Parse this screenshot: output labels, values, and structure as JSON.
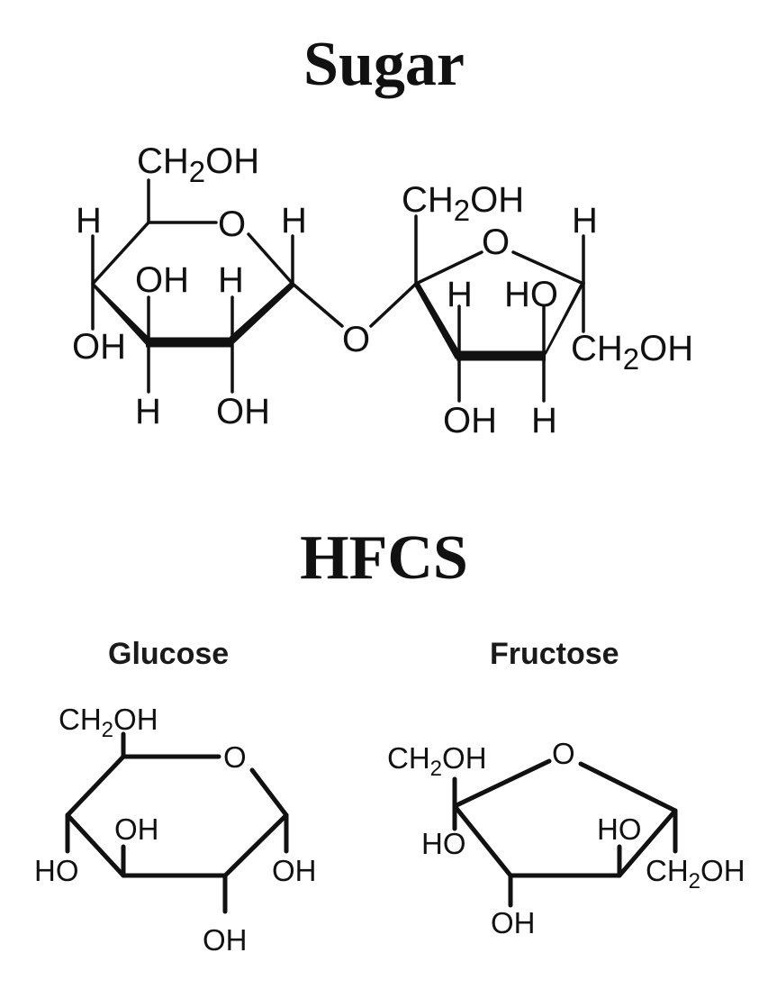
{
  "titles": {
    "sugar": "Sugar",
    "hfcs": "HFCS",
    "glucose": "Glucose",
    "fructose": "Fructose"
  },
  "sucrose_labels": {
    "ch2oh_top": "CH",
    "ch2oh_top_sub": "2",
    "ch2oh_top_tail": "OH",
    "h_left": "H",
    "ring_o_left": "O",
    "h_anomeric": "H",
    "oh_c4": "OH",
    "h_c3": "H",
    "oh_c5": "OH",
    "h_c5": "H",
    "oh_c2": "OH",
    "bridge_o": "O",
    "ch2oh_fruc": "CH",
    "ch2oh_fruc_sub": "2",
    "ch2oh_fruc_tail": "OH",
    "ring_o_right": "O",
    "h_right": "H",
    "h_c3f": "H",
    "ho_c4f": "HO",
    "ch2oh_right": "CH",
    "ch2oh_right_sub": "2",
    "ch2oh_right_tail": "OH",
    "oh_c3f": "OH",
    "h_c4f": "H"
  },
  "glucose_labels": {
    "ch2oh": "CH",
    "ch2oh_sub": "2",
    "ch2oh_tail": "OH",
    "ring_o": "O",
    "oh_inner": "OH",
    "ho_left": "HO",
    "oh_right": "OH",
    "oh_bottom": "OH"
  },
  "fructose_labels": {
    "ch2oh_left": "CH",
    "ch2oh_left_sub": "2",
    "ch2oh_left_tail": "OH",
    "ring_o": "O",
    "ho_left": "HO",
    "ho_inner": "HO",
    "ch2oh_right": "CH",
    "ch2oh_right_sub": "2",
    "ch2oh_right_tail": "OH",
    "oh_bottom": "OH"
  }
}
